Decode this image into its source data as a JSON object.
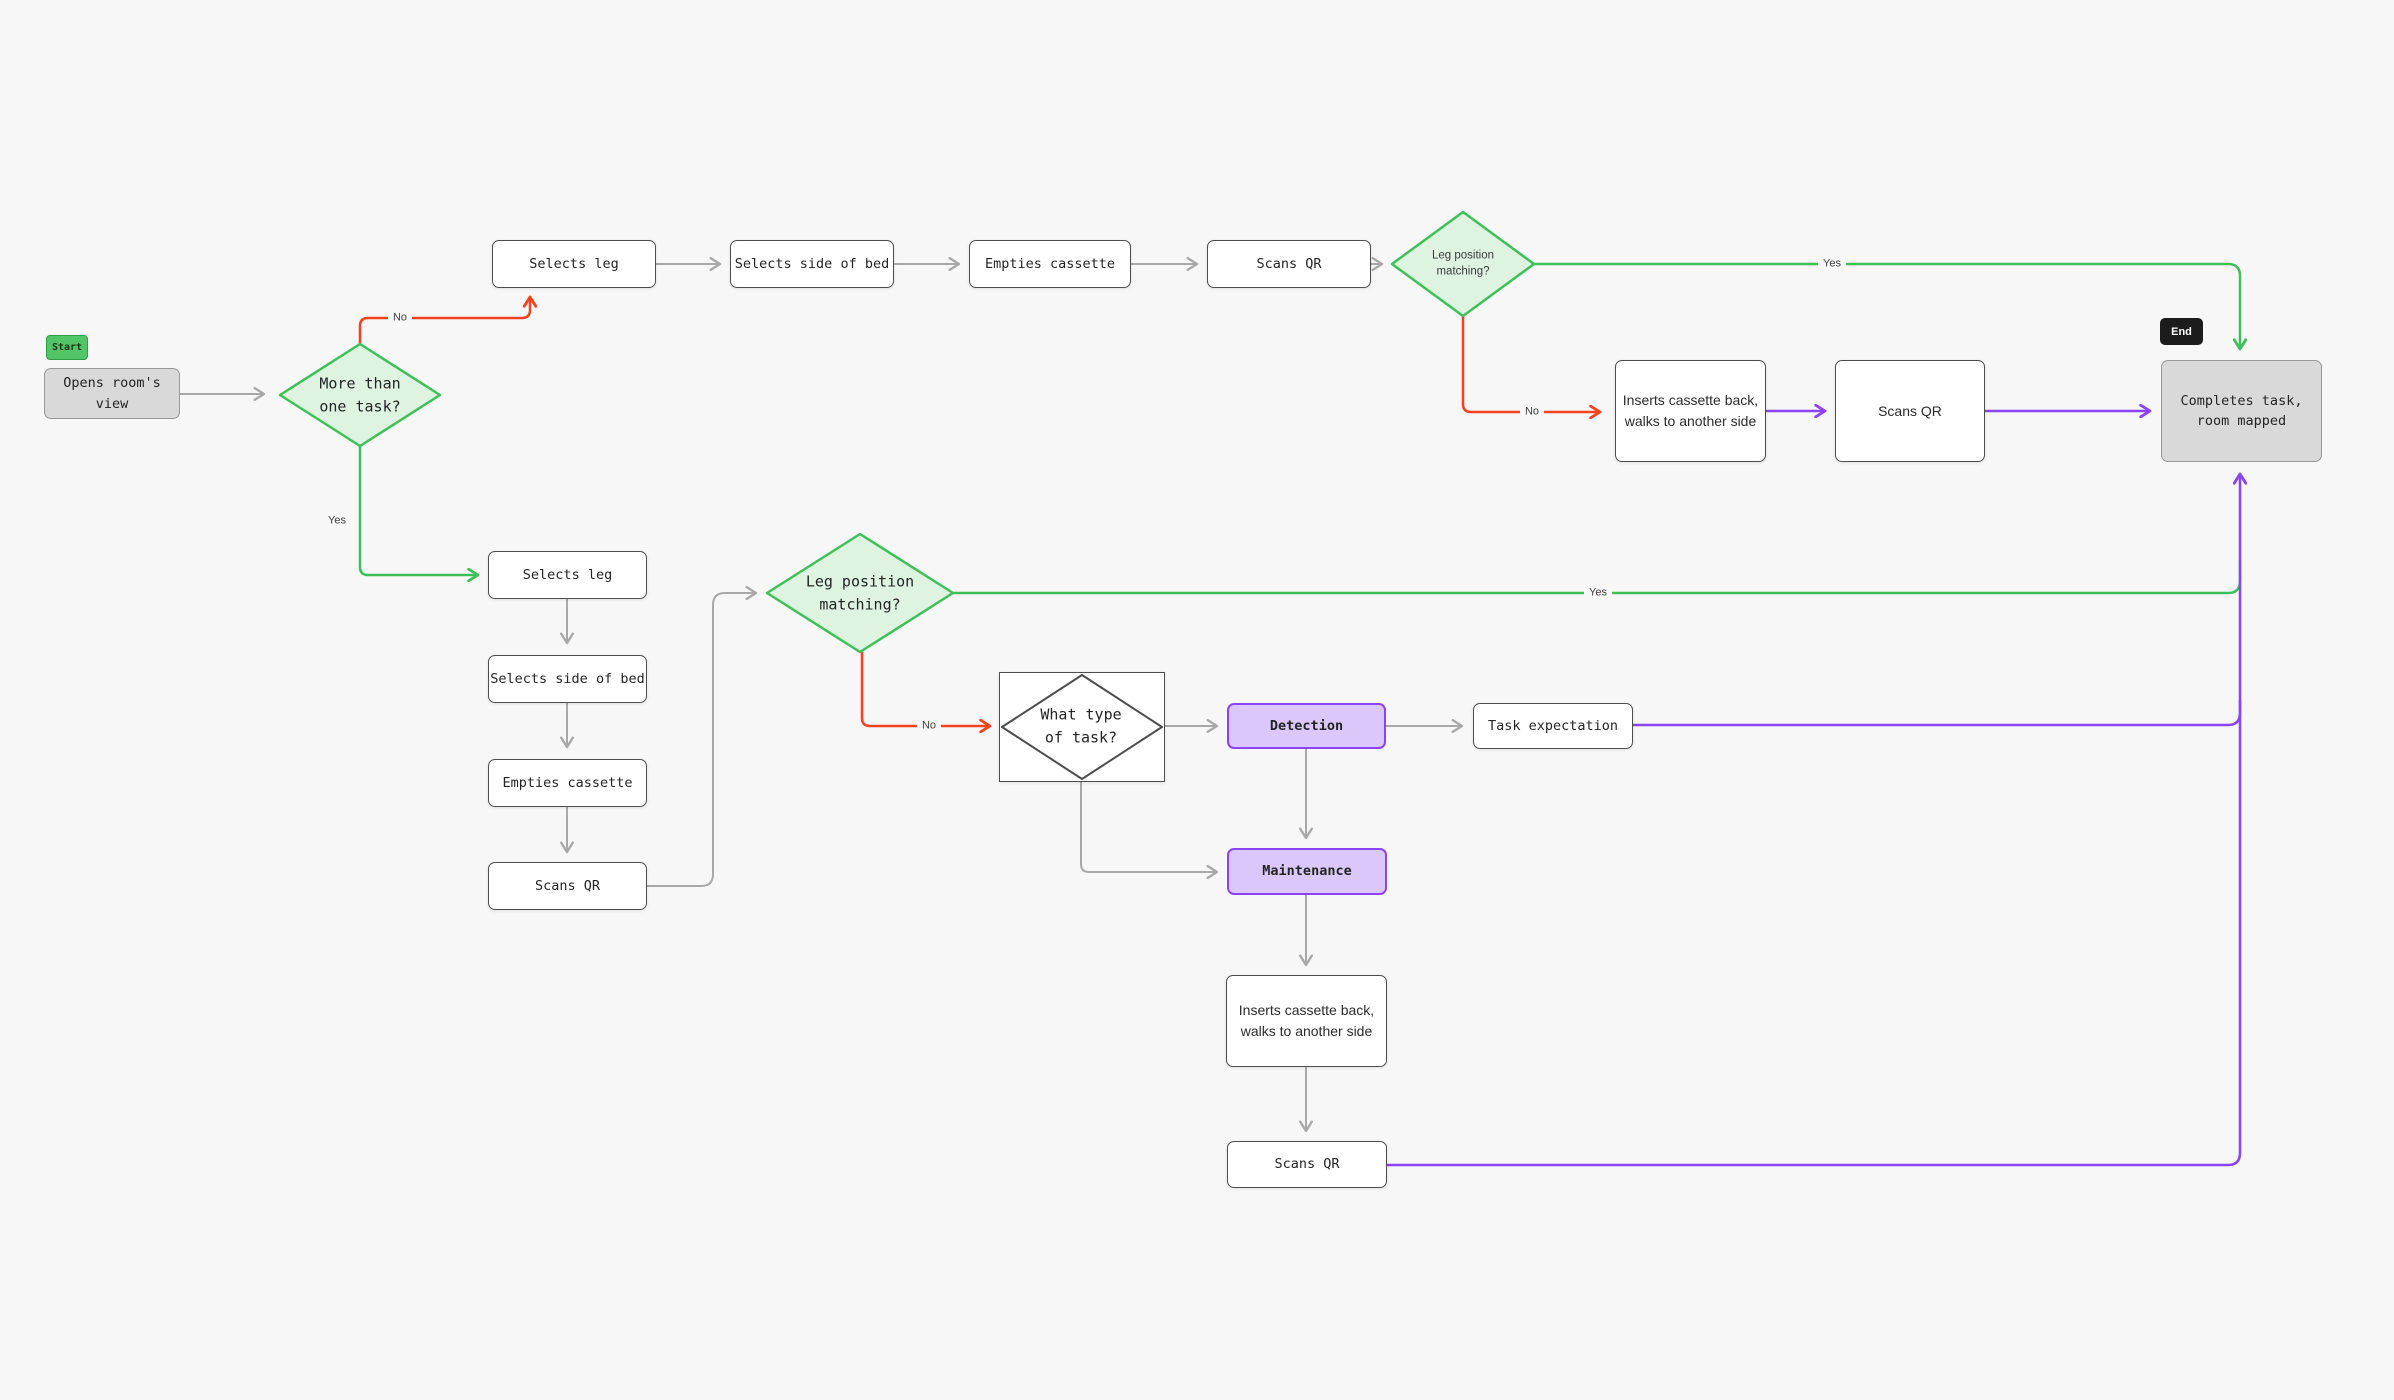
{
  "badges": {
    "start": "Start",
    "end": "End"
  },
  "nodes": {
    "opens_room": "Opens room's view",
    "more_than_one_task": "More than\none task?",
    "selects_leg_1": "Selects leg",
    "selects_side_1": "Selects side of bed",
    "empties_1": "Empties cassette",
    "scans_qr_1": "Scans QR",
    "leg_position_1": "Leg position\nmatching?",
    "inserts_1": "Inserts cassette back,\nwalks to another side",
    "scans_qr_mid": "Scans QR",
    "completes": "Completes task,\nroom mapped",
    "selects_leg_2": "Selects leg",
    "selects_side_2": "Selects side of bed",
    "empties_2": "Empties cassette",
    "scans_qr_2": "Scans QR",
    "leg_position_2": "Leg position\nmatching?",
    "what_type": "What type\nof task?",
    "detection": "Detection",
    "task_expectation": "Task expectation",
    "maintenance": "Maintenance",
    "inserts_2": "Inserts cassette back,\nwalks to another side",
    "scans_qr_3": "Scans QR"
  },
  "edge_labels": {
    "no_1": "No",
    "no_2": "No",
    "no_3": "No",
    "yes_1": "Yes",
    "yes_2": "Yes",
    "yes_3": "Yes"
  },
  "colors": {
    "background": "#f7f7f7",
    "green_stroke": "#3ec058",
    "green_fill": "#def4e1",
    "red_stroke": "#f1431f",
    "purple_stroke": "#8a43f5",
    "purple_fill": "#dcc7fa",
    "gray_line": "#a8a8a8",
    "node_border": "#4d4d4d",
    "gray_node_fill": "#d9d9d9",
    "start_fill": "#52c566",
    "end_fill": "#1c1c1c"
  }
}
